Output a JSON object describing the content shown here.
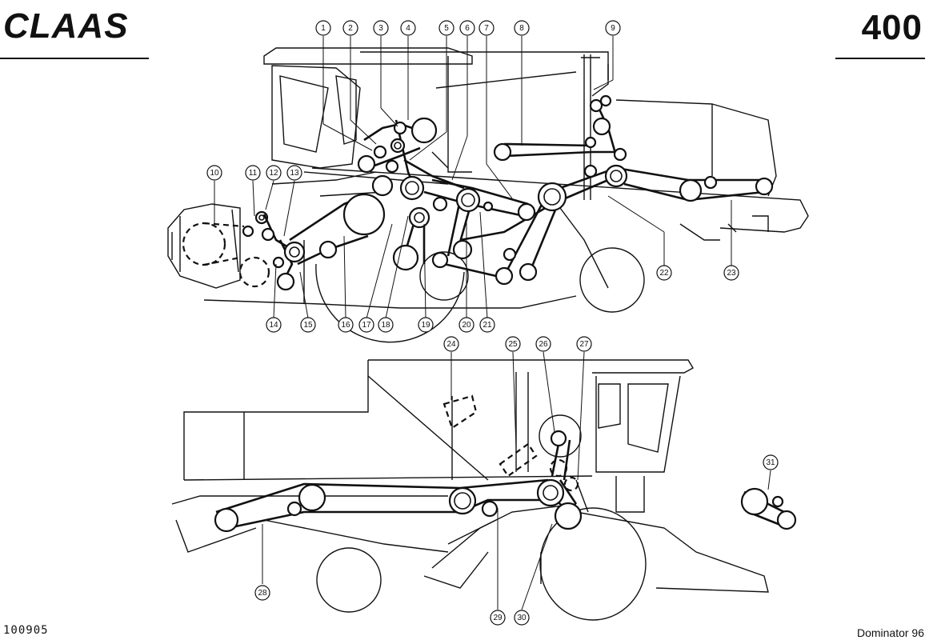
{
  "header": {
    "brand": "CLAAS",
    "page_number": "400"
  },
  "footer": {
    "document_id": "100905",
    "model": "Dominator 96"
  },
  "callouts_top": [
    "1",
    "2",
    "3",
    "4",
    "5",
    "6",
    "7",
    "8",
    "9",
    "10",
    "11",
    "12",
    "13",
    "14",
    "15",
    "16",
    "17",
    "18",
    "19",
    "20",
    "21",
    "22",
    "23"
  ],
  "callouts_bottom": [
    "24",
    "25",
    "26",
    "27",
    "28",
    "29",
    "30",
    "31"
  ]
}
